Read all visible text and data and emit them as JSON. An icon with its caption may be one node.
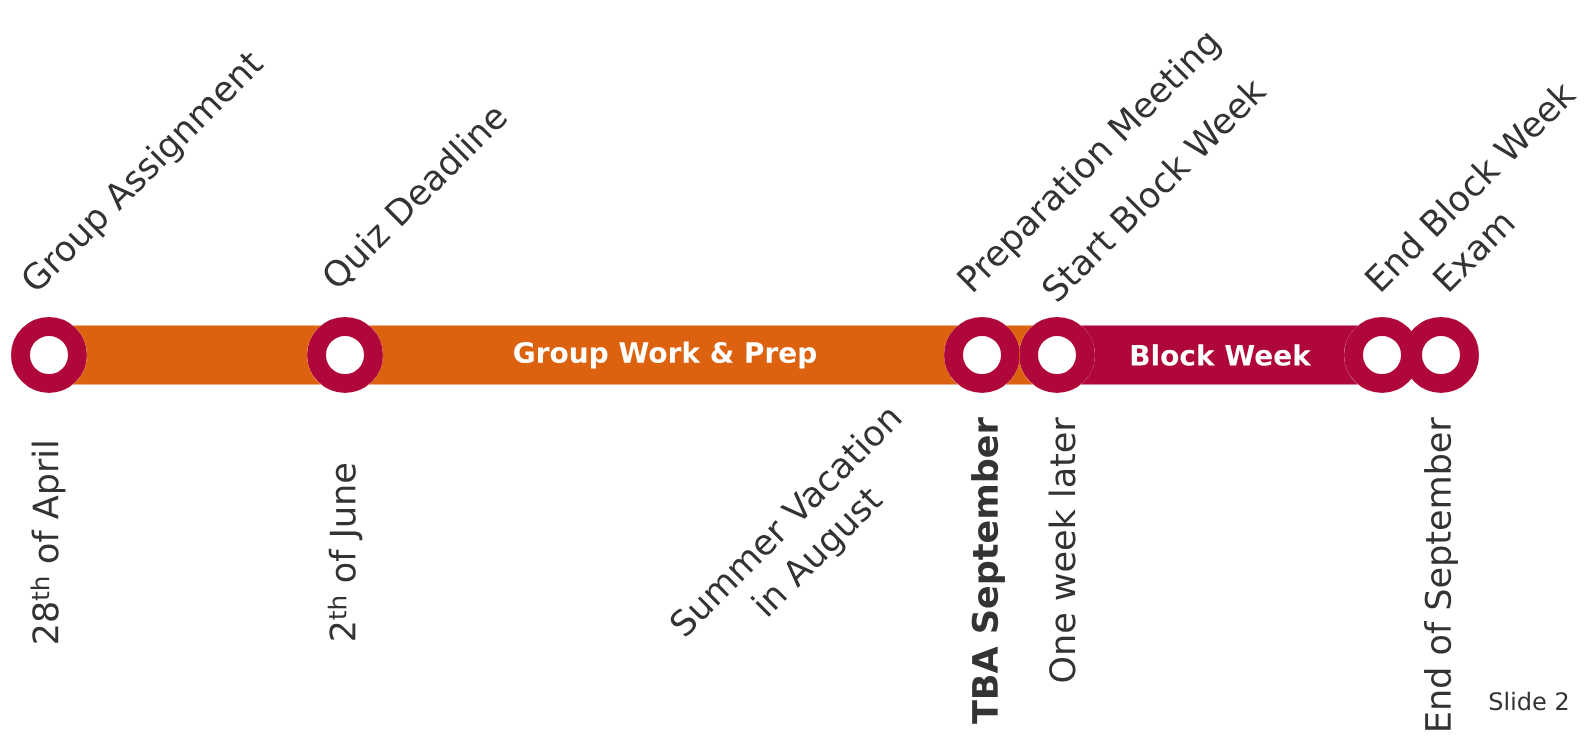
{
  "diagram": {
    "nodes": [
      {
        "text": [
          "Group Work & Prep"
        ]
      },
      {
        "text": [
          "Block Week"
        ]
      },
      {
        "text": [],
        "shape": "circle",
        "beside": [
          "Group Assignment",
          "28$^{th}$ of April"
        ]
      },
      {
        "text": [],
        "shape": "circle",
        "beside": [
          "Quiz Deadline",
          "2$^{th}$ of June"
        ]
      },
      {
        "text": [],
        "shape": "circle",
        "beside": [
          "Preparation Meeting",
          "TBA September"
        ]
      },
      {
        "text": [],
        "shape": "circle",
        "beside": [
          "Start Block Week",
          "One week later"
        ]
      },
      {
        "text": [],
        "shape": "circle",
        "beside": [
          "End Block Week"
        ]
      },
      {
        "text": [],
        "shape": "circle",
        "beside": [
          "Exam",
          "End of September"
        ]
      }
    ],
    "edges": [
      {
        "from": 2,
        "to": 3,
        "arrow": "none"
      },
      {
        "from": 4,
        "to": 5,
        "arrow": "none"
      }
    ],
    "labels": [
      "Summer Vacation in August",
      "Slide 2"
    ]
  }
}
